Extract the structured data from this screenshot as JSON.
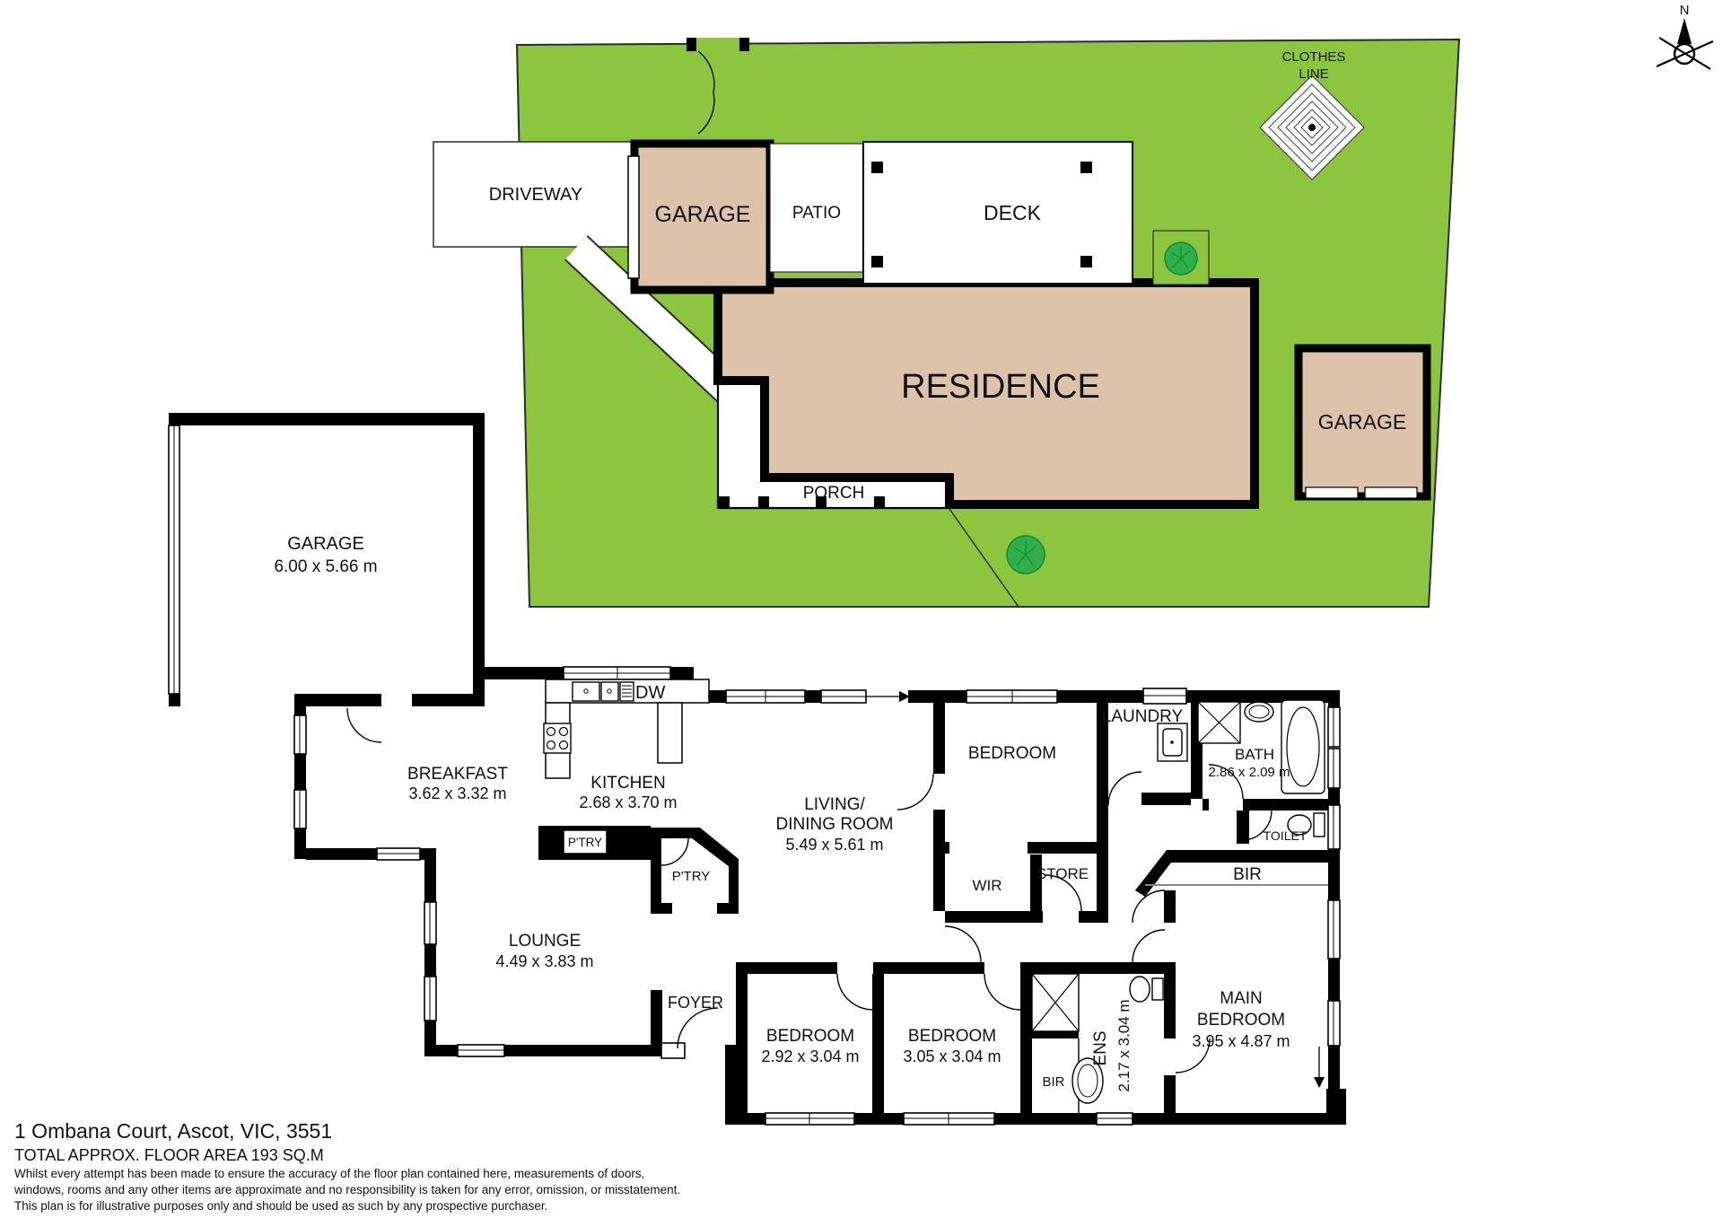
{
  "site": {
    "driveway": "DRIVEWAY",
    "garage_top": "GARAGE",
    "patio": "PATIO",
    "deck": "DECK",
    "residence": "RESIDENCE",
    "porch": "PORCH",
    "garage_right": "GARAGE",
    "clothes_line_1": "CLOTHES",
    "clothes_line_2": "LINE",
    "north": "N"
  },
  "fp": {
    "garage": "GARAGE",
    "garage_dims": "6.00 x 5.66 m",
    "breakfast": "BREAKFAST",
    "breakfast_dims": "3.62 x 3.32 m",
    "kitchen": "KITCHEN",
    "kitchen_dims": "2.68 x 3.70 m",
    "dw": "DW",
    "pantry_a": "P'TRY",
    "pantry_b": "P'TRY",
    "living_1": "LIVING/",
    "living_2": "DINING ROOM",
    "living_dims": "5.49 x 5.61 m",
    "lounge": "LOUNGE",
    "lounge_dims": "4.49 x 3.83 m",
    "foyer": "FOYER",
    "bedroom_top": "BEDROOM",
    "laundry": "LAUNDRY",
    "bath": "BATH",
    "bath_dims": "2.86 x 2.09 m",
    "toilet": "TOILET",
    "wir": "WIR",
    "store": "STORE",
    "bir_main": "BIR",
    "bir_ens": "BIR",
    "bedroom_3": "BEDROOM",
    "bedroom_3_dims": "2.92 x 3.04 m",
    "bedroom_2": "BEDROOM",
    "bedroom_2_dims": "3.05 x 3.04 m",
    "ens": "ENS",
    "ens_dims": "2.17 x 3.04 m",
    "main_1": "MAIN",
    "main_2": "BEDROOM",
    "main_dims": "3.95 x 4.87 m"
  },
  "footer": {
    "address": "1 Ombana Court, Ascot, VIC, 3551",
    "area": "TOTAL APPROX. FLOOR AREA 193 SQ.M",
    "disclaimer1": "Whilst every attempt has been made to ensure the accuracy of the floor plan contained here, measurements of doors,",
    "disclaimer2": "windows, rooms and any other items are approximate and no responsibility is taken for any error, omission, or misstatement.",
    "disclaimer3": "This plan is for illustrative purposes only and should be used as such by any prospective purchaser."
  },
  "colors": {
    "lawn": "#8cc63e",
    "building": "#dcc3a9",
    "tree": "#2fae49",
    "wall": "#000000"
  }
}
